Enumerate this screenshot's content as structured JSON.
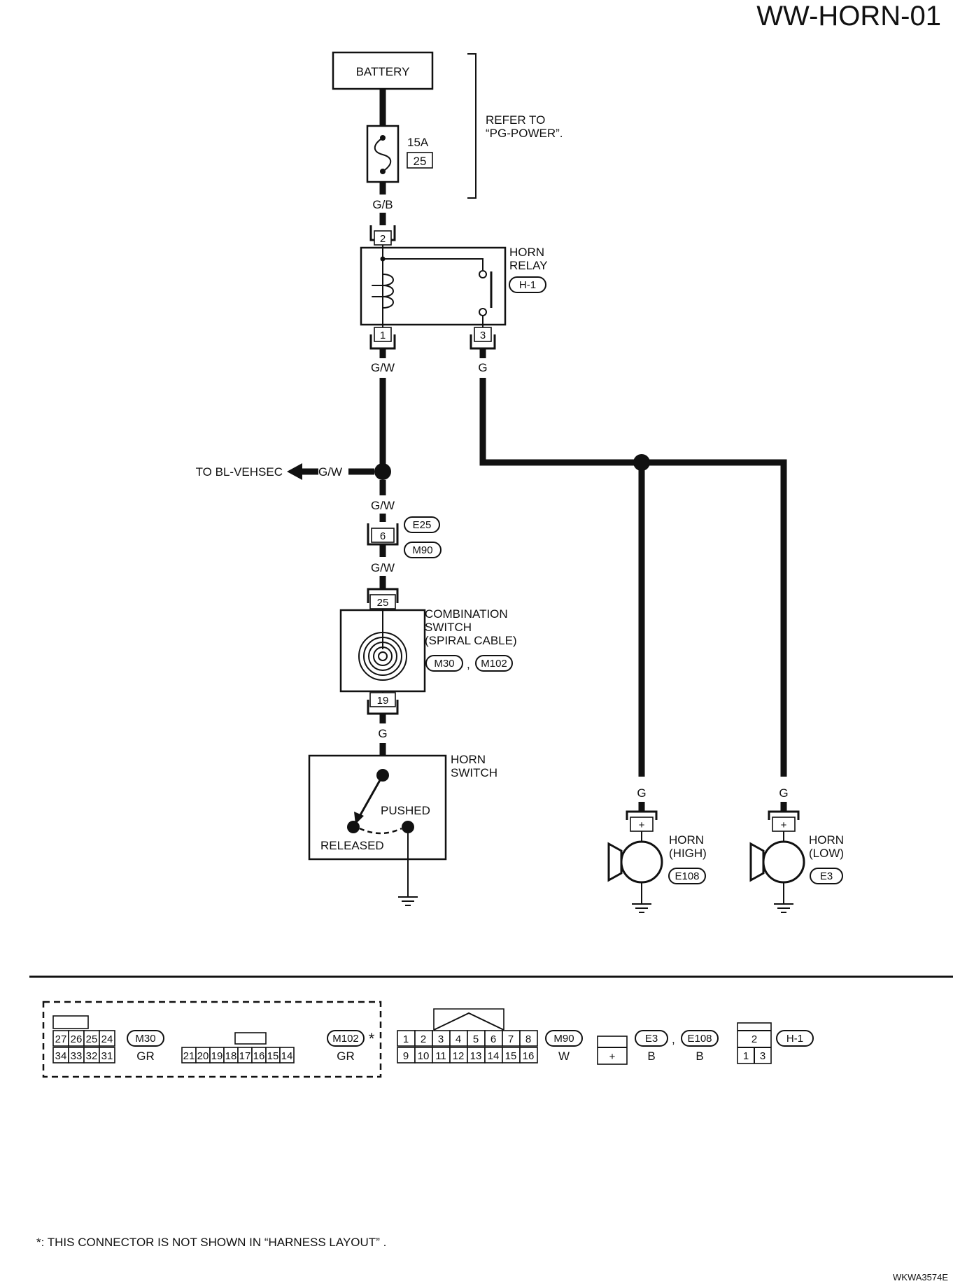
{
  "page_title": "WW-HORN-01",
  "battery_label": "BATTERY",
  "refer_to": [
    "REFER TO",
    "“PG-POWER”."
  ],
  "fuse": {
    "rating": "15A",
    "number": "25"
  },
  "wires": {
    "gb": "G/B",
    "gw_relay": "G/W",
    "g_relay": "G",
    "gw_branch": "G/W",
    "gw_above_e25": "G/W",
    "gw_below_m90": "G/W",
    "g_switch": "G",
    "g_horn_high": "G",
    "g_horn_low": "G"
  },
  "horn_relay": {
    "name": [
      "HORN",
      "RELAY"
    ],
    "connector": "H-1",
    "pins": {
      "top": "2",
      "left": "1",
      "right": "3"
    }
  },
  "branch_label": "TO BL-VEHSEC",
  "joint_connector": {
    "pin": "6",
    "top": "E25",
    "bottom": "M90"
  },
  "combination_switch": {
    "name": [
      "COMBINATION",
      "SWITCH",
      "(SPIRAL CABLE)"
    ],
    "connectors": [
      "M30",
      "M102"
    ],
    "connector_separator": ",",
    "pins": {
      "top": "25",
      "bottom": "19"
    }
  },
  "horn_switch": {
    "name": [
      "HORN",
      "SWITCH"
    ],
    "pushed": "PUSHED",
    "released": "RELEASED"
  },
  "horn_high": {
    "name": [
      "HORN",
      "(HIGH)"
    ],
    "connector": "E108",
    "terminal": "+"
  },
  "horn_low": {
    "name": [
      "HORN",
      "(LOW)"
    ],
    "connector": "E3",
    "terminal": "+"
  },
  "connector_views": {
    "m30": {
      "id": "M30",
      "color": "GR",
      "row1": [
        "27",
        "26",
        "25",
        "24"
      ],
      "row2": [
        "34",
        "33",
        "32",
        "31"
      ]
    },
    "m102": {
      "id": "M102",
      "color": "GR",
      "asterisk": "*",
      "row": [
        "21",
        "20",
        "19",
        "18",
        "17",
        "16",
        "15",
        "14"
      ]
    },
    "m90": {
      "id": "M90",
      "color": "W",
      "row1": [
        "1",
        "2",
        "3",
        "4",
        "5",
        "6",
        "7",
        "8"
      ],
      "row2": [
        "9",
        "10",
        "11",
        "12",
        "13",
        "14",
        "15",
        "16"
      ]
    },
    "e3_e108": {
      "ids": [
        "E3",
        "E108"
      ],
      "separator": ",",
      "colors": [
        "B",
        "B"
      ],
      "terminal": "+"
    },
    "h1": {
      "id": "H-1",
      "top": "2",
      "bottom": [
        "1",
        "3"
      ]
    }
  },
  "footnote": "*: THIS CONNECTOR IS NOT SHOWN IN “HARNESS LAYOUT” .",
  "drawing_code": "WKWA3574E"
}
